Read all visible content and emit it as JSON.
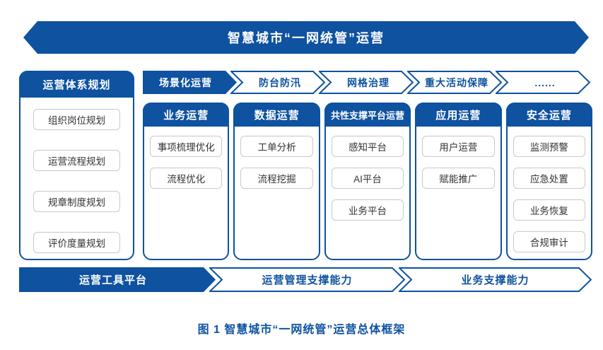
{
  "colors": {
    "accent": "#0e52a0",
    "box_border": "#c9c9c9",
    "box_text": "#333333",
    "banner_text": "#ffffff"
  },
  "banner": {
    "title": "智慧城市“一网统管”运营"
  },
  "planning": {
    "header": "运营体系规划",
    "items": [
      "组织岗位规划",
      "运营流程规划",
      "规章制度规划",
      "评价度量规划"
    ]
  },
  "scenario": {
    "header": "场景化运营",
    "items": [
      "防台防汛",
      "网格治理",
      "重大活动保障",
      "......"
    ]
  },
  "columns": [
    {
      "header": "业务运营",
      "items": [
        "事项梳理优化",
        "流程优化"
      ]
    },
    {
      "header": "数据运营",
      "items": [
        "工单分析",
        "流程挖掘"
      ]
    },
    {
      "header": "共性支撑平台运营",
      "items": [
        "感知平台",
        "AI平台",
        "业务平台"
      ]
    },
    {
      "header": "应用运营",
      "items": [
        "用户运营",
        "赋能推广"
      ]
    },
    {
      "header": "安全运营",
      "items": [
        "监测预警",
        "应急处置",
        "业务恢复",
        "合规审计"
      ]
    }
  ],
  "bottom": {
    "primary": "运营工具平台",
    "items": [
      "运营管理支撑能力",
      "业务支撑能力"
    ]
  },
  "caption": "图 1 智慧城市“一网统管”运营总体框架"
}
